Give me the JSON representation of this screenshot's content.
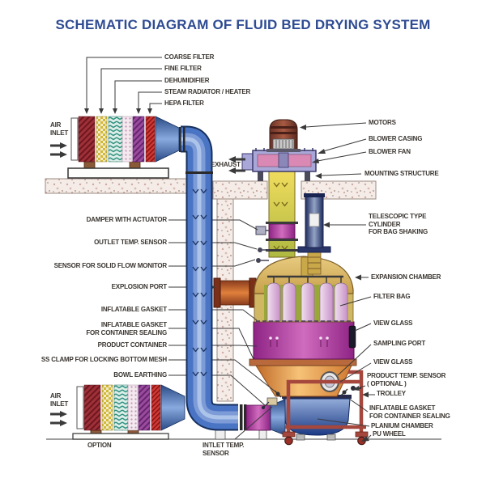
{
  "title": "SCHEMATIC DIAGRAM OF FLUID BED DRYING SYSTEM",
  "labels": {
    "coarse_filter": "COARSE FILTER",
    "fine_filter": "FINE FILTER",
    "dehumidifier": "DEHUMIDIFIER",
    "steam_radiator": "STEAM RADIATOR / HEATER",
    "hepa_filter": "HEPA FILTER",
    "air_inlet_top": "AIR\nINLET",
    "exhaust": "EXHAUST",
    "motors": "MOTORS",
    "blower_casing": "BLOWER CASING",
    "blower_fan": "BLOWER FAN",
    "mounting_structure": "MOUNTING STRUCTURE",
    "telescopic_cylinder": "TELESCOPIC TYPE\nCYLINDER\nFOR BAG SHAKING",
    "expansion_chamber": "EXPANSION CHAMBER",
    "filter_bag": "FILTER BAG",
    "view_glass_upper": "VIEW GLASS",
    "sampling_port": "SAMPLING PORT",
    "view_glass_lower": "VIEW GLASS",
    "product_temp_sensor": "PRODUCT TEMP. SENSOR\n( OPTIONAL )",
    "trolley": "TROLLEY",
    "inflatable_gasket_right": "INFLATABLE GASKET\nFOR CONTAINER SEALING",
    "planium_chamber": "PLANIUM CHAMBER",
    "pu_wheel": "PU WHEEL",
    "damper_with_actuator": "DAMPER WITH ACTUATOR",
    "outlet_temp_sensor": "OUTLET TEMP. SENSOR",
    "solid_flow_monitor": "SENSOR FOR SOLID FLOW MONITOR",
    "explosion_port": "EXPLOSION PORT",
    "inflatable_gasket_left": "INFLATABLE GASKET",
    "inflatable_gasket_seal": "INFLATABLE GASKET\nFOR CONTAINER SEALING",
    "product_container": "PRODUCT CONTAINER",
    "ss_clamp": "SS CLAMP FOR LOCKING BOTTOM MESH",
    "bowl_earthing": "BOWL EARTHING",
    "air_inlet_bottom": "AIR\nINLET",
    "option": "OPTION",
    "inlet_temp_sensor": "INTLET TEMP.\nSENSOR"
  },
  "colors": {
    "title_blue": "#2e4b93",
    "label_text": "#3a3530",
    "pipe_blue": "#4a74c4",
    "duct_yellow": "#e2cd52",
    "vessel_magenta": "#a8338f",
    "cone_orange": "#e8953c",
    "plenum_blue": "#27498f",
    "trolley_red": "#a5473c",
    "dome_tan": "#d5b264",
    "motor_brown": "#8a4a3a",
    "filter_bag_pink": "#dcb8d8"
  }
}
